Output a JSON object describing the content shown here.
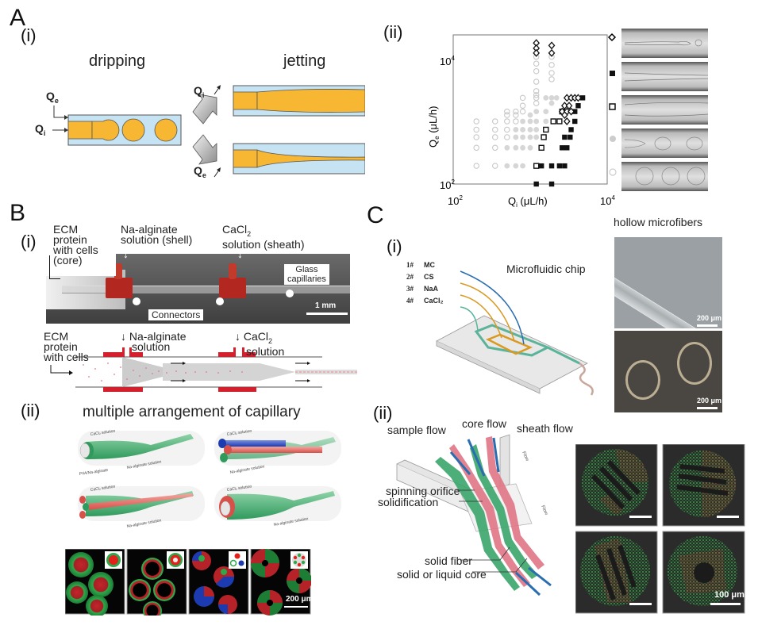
{
  "figure": {
    "panels": {
      "A": {
        "letter": "A",
        "i": {
          "label": "(i)",
          "dripping_title": "dripping",
          "jetting_title": "jetting",
          "qe_label": "Q",
          "qe_sub": "e",
          "qi_label": "Q",
          "qi_sub": "i",
          "up_arrow_qi": "Q",
          "up_arrow_qi_sub": "i",
          "up_arrow_qe": "Q",
          "up_arrow_qe_sub": "e"
        },
        "ii": {
          "label": "(ii)",
          "legend_markers": [
            "open-diamond",
            "filled-square",
            "open-square",
            "filled-circle",
            "open-circle"
          ]
        }
      },
      "B": {
        "letter": "B",
        "i": {
          "label": "(i)",
          "core_label": [
            "ECM",
            "protein",
            "with cells",
            "(core)"
          ],
          "shell_label": [
            "Na-alginate",
            "solution (shell)"
          ],
          "sheath_label_main": "CaCl",
          "sheath_label_sub": "2",
          "sheath_label_line2": "solution (sheath)",
          "glass_label": [
            "Glass",
            "capillaries"
          ],
          "connectors_label": "Connectors",
          "scale": "1 mm",
          "schematic_core_label": [
            "ECM",
            "protein",
            "with cells"
          ],
          "schematic_na_label": [
            "Na-alginate",
            "solution"
          ],
          "schematic_ca_label_main": "CaCl",
          "schematic_ca_label_sub": "2",
          "schematic_ca_label_line2": "solution"
        },
        "ii": {
          "label": "(ii)",
          "title": "multiple arrangement of capillary",
          "diagram_labels": {
            "cacl2": "CaCl₂ solution",
            "na_alg": "Na-alginate solution",
            "pva": "PVA/Na-alginate"
          },
          "scale": "200 μm"
        }
      },
      "C": {
        "letter": "C",
        "i": {
          "label": "(i)",
          "chip_title": "Microfluidic chip",
          "inlets": [
            {
              "num": "1#",
              "name": "MC"
            },
            {
              "num": "2#",
              "name": "CS"
            },
            {
              "num": "3#",
              "name": "NaA"
            },
            {
              "num": "4#",
              "name": "CaCl₂"
            }
          ],
          "hollow_title": "hollow microfibers",
          "scale_top": "200 μm",
          "scale_bottom": "200 μm"
        },
        "ii": {
          "label": "(ii)",
          "labels": {
            "sample_flow": "sample flow",
            "core_flow": "core flow",
            "sheath_flow": "sheath flow",
            "spinning_orifice": "spinning orifice",
            "solidification": "solidification",
            "solid_fiber": "solid fiber",
            "solid_core": "solid or liquid core",
            "flow": "Flow"
          },
          "scale": "100 μm"
        }
      }
    },
    "colors": {
      "orange": "#f7b733",
      "light_blue": "#c6e3f3",
      "alginate_red": "#d3202c",
      "green": "#3aa56b",
      "pink": "#e07484",
      "blue": "#2a6db0"
    }
  },
  "chart_data": {
    "type": "scatter",
    "title": "",
    "xlabel": "Q_i (μL/h)",
    "ylabel": "Q_e (μL/h)",
    "xscale": "log",
    "yscale": "log",
    "xlim": [
      100,
      10000
    ],
    "ylim": [
      100,
      30000
    ],
    "x_ticks": [
      "10^2",
      "10^4"
    ],
    "y_ticks": [
      "10^2",
      "10^4"
    ],
    "legend": "right (markers beside image strips)",
    "series": [
      {
        "name": "open-circle (dripping)",
        "points": [
          [
            200,
            1100
          ],
          [
            200,
            800
          ],
          [
            200,
            600
          ],
          [
            200,
            400
          ],
          [
            200,
            200
          ],
          [
            350,
            1100
          ],
          [
            350,
            800
          ],
          [
            350,
            600
          ],
          [
            350,
            400
          ],
          [
            350,
            200
          ],
          [
            500,
            1600
          ],
          [
            500,
            1400
          ],
          [
            500,
            1100
          ],
          [
            500,
            800
          ],
          [
            500,
            600
          ],
          [
            650,
            1600
          ],
          [
            650,
            1400
          ],
          [
            650,
            1100
          ],
          [
            800,
            1600
          ],
          [
            800,
            2000
          ],
          [
            800,
            2700
          ],
          [
            1200,
            13000
          ],
          [
            1200,
            10000
          ],
          [
            1200,
            7500
          ],
          [
            1200,
            5000
          ],
          [
            1200,
            3500
          ],
          [
            1200,
            3000
          ],
          [
            1200,
            2700
          ],
          [
            1200,
            2200
          ],
          [
            1900,
            13000
          ],
          [
            1900,
            9500
          ],
          [
            1900,
            7000
          ],
          [
            1900,
            5500
          ]
        ]
      },
      {
        "name": "filled-circle (dripping, gray)",
        "points": [
          [
            500,
            400
          ],
          [
            500,
            200
          ],
          [
            650,
            800
          ],
          [
            650,
            600
          ],
          [
            650,
            400
          ],
          [
            650,
            200
          ],
          [
            800,
            1100
          ],
          [
            800,
            800
          ],
          [
            800,
            600
          ],
          [
            800,
            400
          ],
          [
            800,
            200
          ],
          [
            1000,
            1400
          ],
          [
            1000,
            1100
          ],
          [
            1000,
            800
          ],
          [
            1000,
            600
          ],
          [
            1000,
            400
          ],
          [
            1200,
            1600
          ],
          [
            1200,
            1100
          ],
          [
            1200,
            800
          ],
          [
            1200,
            600
          ],
          [
            1600,
            2700
          ],
          [
            1600,
            1600
          ],
          [
            1600,
            1100
          ],
          [
            1900,
            2700
          ],
          [
            1900,
            2200
          ],
          [
            2200,
            2700
          ]
        ]
      },
      {
        "name": "open-square (jetting widening)",
        "points": [
          [
            1200,
            200
          ],
          [
            1400,
            400
          ],
          [
            1500,
            600
          ],
          [
            1600,
            800
          ],
          [
            2000,
            1100
          ],
          [
            2400,
            1100
          ],
          [
            2600,
            1600
          ]
        ]
      },
      {
        "name": "filled-square (jetting narrowing)",
        "points": [
          [
            1200,
            100
          ],
          [
            1900,
            100
          ],
          [
            1400,
            200
          ],
          [
            1900,
            200
          ],
          [
            2400,
            200
          ],
          [
            2800,
            200
          ],
          [
            2600,
            400
          ],
          [
            3000,
            400
          ],
          [
            2800,
            600
          ],
          [
            3300,
            600
          ],
          [
            3400,
            800
          ],
          [
            3800,
            1100
          ],
          [
            3800,
            1600
          ],
          [
            4200,
            2000
          ],
          [
            4800,
            2700
          ]
        ]
      },
      {
        "name": "open-diamond",
        "points": [
          [
            1200,
            22000
          ],
          [
            1200,
            18000
          ],
          [
            1200,
            15000
          ],
          [
            1900,
            20000
          ],
          [
            1900,
            15000
          ],
          [
            3000,
            2700
          ],
          [
            3400,
            2700
          ],
          [
            3800,
            2700
          ],
          [
            4200,
            2700
          ],
          [
            2800,
            2000
          ],
          [
            3200,
            2000
          ],
          [
            2600,
            1600
          ],
          [
            3000,
            1600
          ],
          [
            3400,
            1600
          ],
          [
            2800,
            1400
          ],
          [
            3000,
            1100
          ]
        ]
      }
    ]
  }
}
